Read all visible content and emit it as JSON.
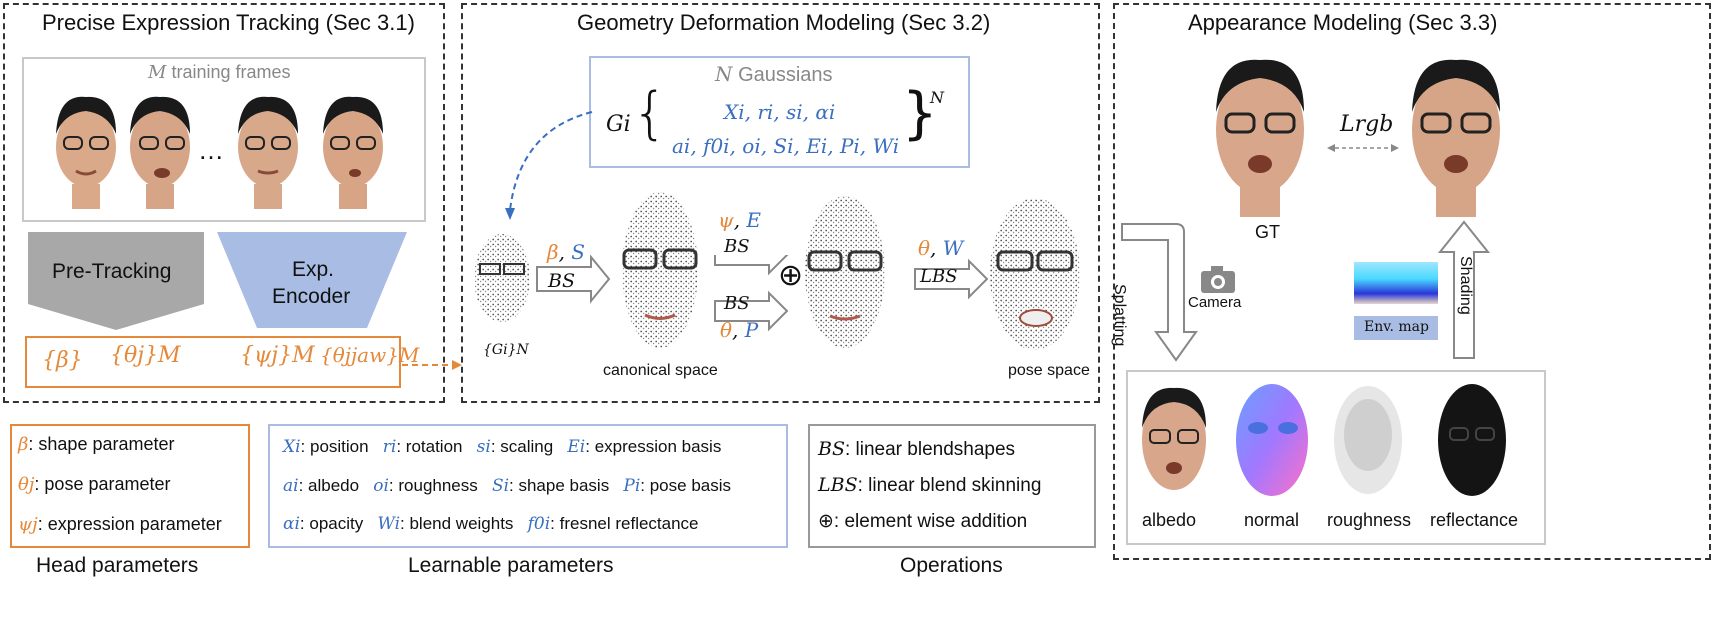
{
  "panels": {
    "tracking": {
      "title": "Precise Expression Tracking (Sec 3.1)"
    },
    "geometry": {
      "title": "Geometry Deformation Modeling (Sec 3.2)"
    },
    "appearance": {
      "title": "Appearance Modeling (Sec 3.3)"
    }
  },
  "tracking": {
    "frames_label_sym": "M",
    "frames_label_text": "training frames",
    "ellipsis": "…",
    "pretracking": "Pre-Tracking",
    "encoder_line1": "Exp.",
    "encoder_line2": "Encoder",
    "params": [
      "{β}",
      "{θj}M",
      "{ψj}M",
      "{θjjaw}M"
    ]
  },
  "geometry": {
    "gaussians_sym": "N",
    "gaussians_text": "Gaussians",
    "gaussian_lhs": "Gi",
    "gaussian_row1": "Xi, ri, si, αi",
    "gaussian_row2": "ai, f0i, oi, Si, Ei, Pi, Wi",
    "gaussian_sup": "N",
    "gi_label": "{Gi}N",
    "arrow1_top": "β, S",
    "arrow1_op": "BS",
    "arrow2_top": "ψ, E",
    "arrow2_op": "BS",
    "arrow3_op": "BS",
    "arrow3_bottom": "θ, P",
    "plus": "⊕",
    "arrow4_top": "θ, W",
    "arrow4_op": "LBS",
    "canonical": "canonical space",
    "pose": "pose space"
  },
  "appearance": {
    "loss": "Lrgb",
    "gt": "GT",
    "splatting": "Splatting",
    "camera": "Camera",
    "shading": "Shading",
    "envmap": "Env. map",
    "maps": [
      "albedo",
      "normal",
      "roughness",
      "reflectance"
    ]
  },
  "legend_head": {
    "caption": "Head parameters",
    "items": [
      {
        "sym": "β",
        "text": ": shape parameter"
      },
      {
        "sym": "θj",
        "text": ": pose parameter"
      },
      {
        "sym": "ψj",
        "text": ": expression parameter"
      }
    ]
  },
  "legend_learn": {
    "caption": "Learnable parameters",
    "rows": [
      [
        {
          "sym": "Xi",
          "text": ": position"
        },
        {
          "sym": "ri",
          "text": ": rotation"
        },
        {
          "sym": "si",
          "text": ": scaling"
        },
        {
          "sym": "Ei",
          "text": ": expression basis"
        }
      ],
      [
        {
          "sym": "ai",
          "text": ": albedo"
        },
        {
          "sym": "oi",
          "text": ": roughness"
        },
        {
          "sym": "Si",
          "text": ": shape basis"
        },
        {
          "sym": "Pi",
          "text": ": pose basis"
        }
      ],
      [
        {
          "sym": "αi",
          "text": ": opacity"
        },
        {
          "sym": "Wi",
          "text": ": blend weights"
        },
        {
          "sym": "f0i",
          "text": ": fresnel reflectance"
        }
      ]
    ]
  },
  "legend_ops": {
    "caption": "Operations",
    "items": [
      {
        "sym": "BS",
        "text": ": linear blendshapes"
      },
      {
        "sym": "LBS",
        "text": ": linear blend skinning"
      },
      {
        "sym": "⊕",
        "text": ": element wise addition"
      }
    ]
  },
  "colors": {
    "blue": "#3a6fc0",
    "orange": "#e4883a",
    "gray_box": "#a8a8a8",
    "blue_box": "#a9bde4"
  }
}
